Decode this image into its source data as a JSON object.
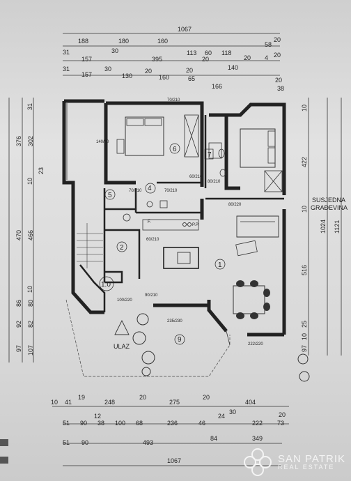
{
  "dims": {
    "top_total": "1067",
    "top_row1": [
      "188",
      "180",
      "160",
      "113",
      "60",
      "118",
      "58",
      "20"
    ],
    "top_row2": [
      "31",
      "157",
      "30",
      "395",
      "20",
      "140",
      "20",
      "4",
      "20"
    ],
    "top_row3": [
      "31",
      "157",
      "30",
      "130",
      "20",
      "160",
      "65",
      "20",
      "166",
      "20",
      "38"
    ],
    "left_col": [
      "376",
      "302",
      "31",
      "10",
      "23",
      "470",
      "466",
      "10",
      "80",
      "86",
      "92",
      "82",
      "97",
      "107"
    ],
    "right_col": [
      "10",
      "422",
      "10",
      "1024",
      "1121",
      "516",
      "25",
      "10",
      "97"
    ],
    "bottom_row1": [
      "10",
      "41",
      "19",
      "248",
      "20",
      "275",
      "20",
      "404"
    ],
    "bottom_row2": [
      "51",
      "90",
      "12",
      "38",
      "100",
      "68",
      "236",
      "46",
      "24",
      "30",
      "222",
      "73",
      "20"
    ],
    "bottom_row3": [
      "51",
      "90",
      "493",
      "84",
      "349"
    ],
    "bottom_total": "1067"
  },
  "rooms": {
    "r1": "1",
    "r1_0": "1.0",
    "r2": "2",
    "r4": "4",
    "r5": "5",
    "r6": "6",
    "r7": "7",
    "r9": "9"
  },
  "openings": [
    "140/80",
    "70/210",
    "70/210",
    "60/210",
    "60/210",
    "80/210",
    "90/210",
    "100/220",
    "235/230",
    "70/210",
    "80/220",
    "222/220"
  ],
  "labels": {
    "entrance": "ULAZ",
    "neighbor1": "SUSJEDNA",
    "neighbor2": "GRAĐEVINA",
    "f": "F.",
    "pp": "P.P."
  },
  "logo": {
    "line1": "SAN PATRIK",
    "line2": "REAL ESTATE"
  }
}
